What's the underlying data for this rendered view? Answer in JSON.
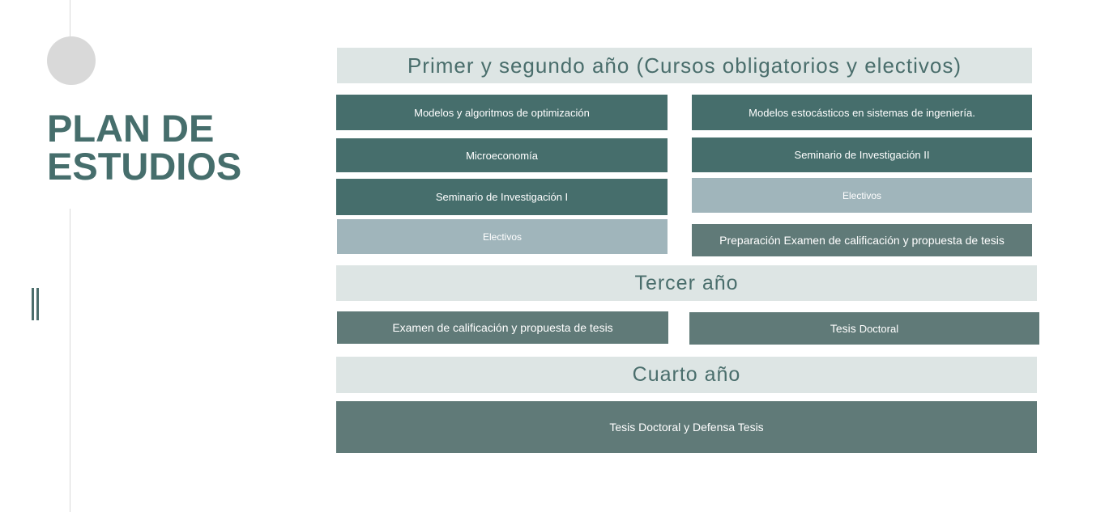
{
  "title": "PLAN DE ESTUDIOS",
  "colors": {
    "primary": "#466e6c",
    "secondary": "#607a78",
    "muted": "#a0b5bb",
    "header_bg": "#dde5e4"
  },
  "years_1_2": {
    "header": "Primer y segundo año (Cursos obligatorios y electivos)",
    "left": [
      "Modelos y algoritmos de optimización",
      "Microeconomía",
      "Seminario de Investigación I",
      "Electivos"
    ],
    "right": [
      "Modelos estocásticos en sistemas de ingeniería.",
      "Seminario de Investigación II",
      "Electivos",
      "Preparación Examen de calificación y propuesta de tesis"
    ]
  },
  "year_3": {
    "header": "Tercer año",
    "left": "Examen de calificación y propuesta de tesis",
    "right_a": "Tesis",
    "right_b": "Doctoral"
  },
  "year_4": {
    "header": "Cuarto año",
    "item": "Tesis Doctoral y Defensa Tesis"
  }
}
